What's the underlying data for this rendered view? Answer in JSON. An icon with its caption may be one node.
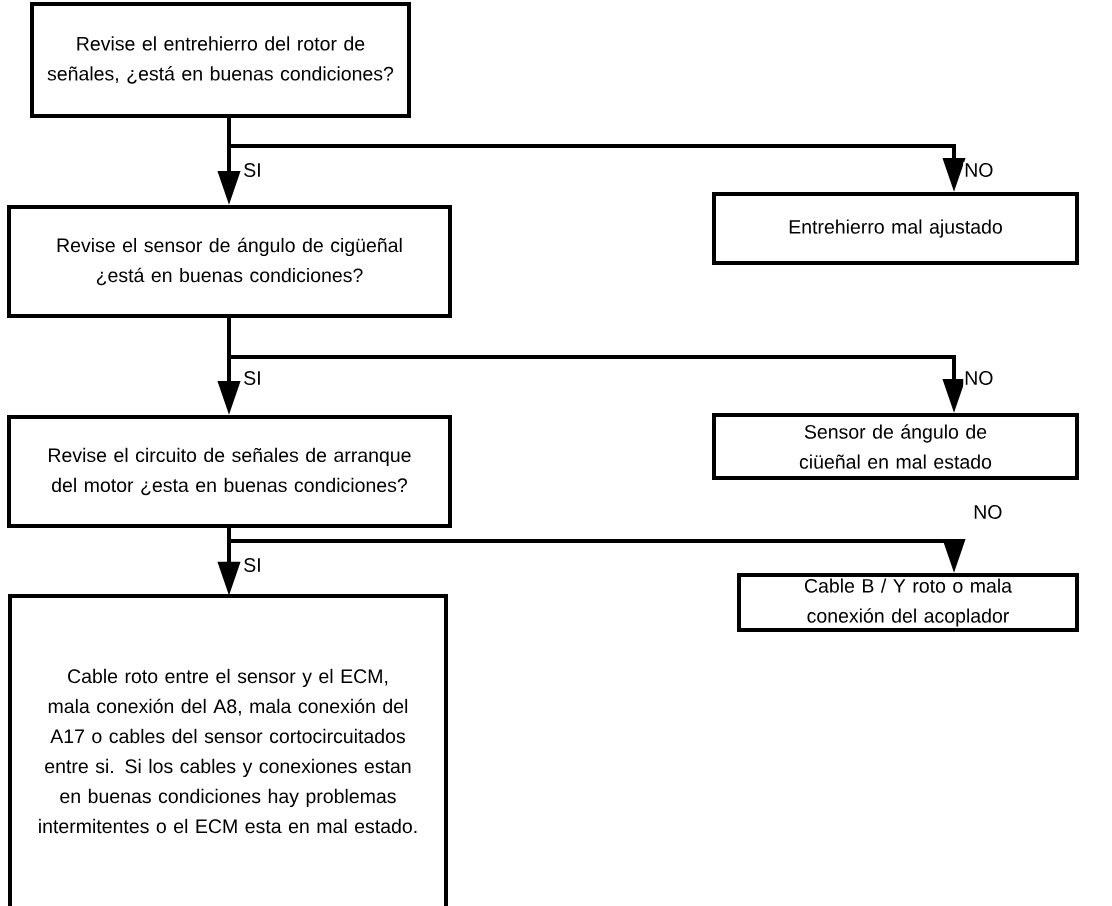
{
  "diagram": {
    "nodes": [
      {
        "text": [
          "Revise el entrehierro del rotor de señales, ¿está en buenas condiciones?"
        ]
      },
      {
        "text": [
          "Revise el sensor de ángulo de cigüeñal ¿está en buenas condiciones?"
        ]
      },
      {
        "text": [
          "Entrehierro mal ajustado"
        ]
      },
      {
        "text": [
          "Revise el circuito de señales de arranque del motor ¿esta en buenas condiciones?"
        ]
      },
      {
        "text": [
          "Sensor de ángulo de ciüeñal en mal estado"
        ]
      },
      {
        "text": [
          "Cable B / Y roto o mala conexión del acoplador"
        ]
      },
      {
        "text": [
          "Cable roto entre el sensor y el ECM, mala conexión del A8, mala conexión del A17 o cables del sensor cortocircuitados entre si. Si los cables y conexiones estan en buenas condiciones hay problemas intermitentes o el ECM esta en mal estado."
        ]
      }
    ],
    "edges": [
      {
        "from": 0,
        "to": 1,
        "arrow": "to",
        "label": "SI"
      },
      {
        "from": 0,
        "to": 2,
        "arrow": "to",
        "label": "NO"
      },
      {
        "from": 1,
        "to": 3,
        "arrow": "to",
        "label": "SI"
      },
      {
        "from": 1,
        "to": 4,
        "arrow": "to",
        "label": "NO"
      },
      {
        "from": 3,
        "to": 6,
        "arrow": "to",
        "label": "SI"
      },
      {
        "from": 3,
        "to": 5,
        "arrow": "to",
        "label": "NO"
      }
    ]
  }
}
